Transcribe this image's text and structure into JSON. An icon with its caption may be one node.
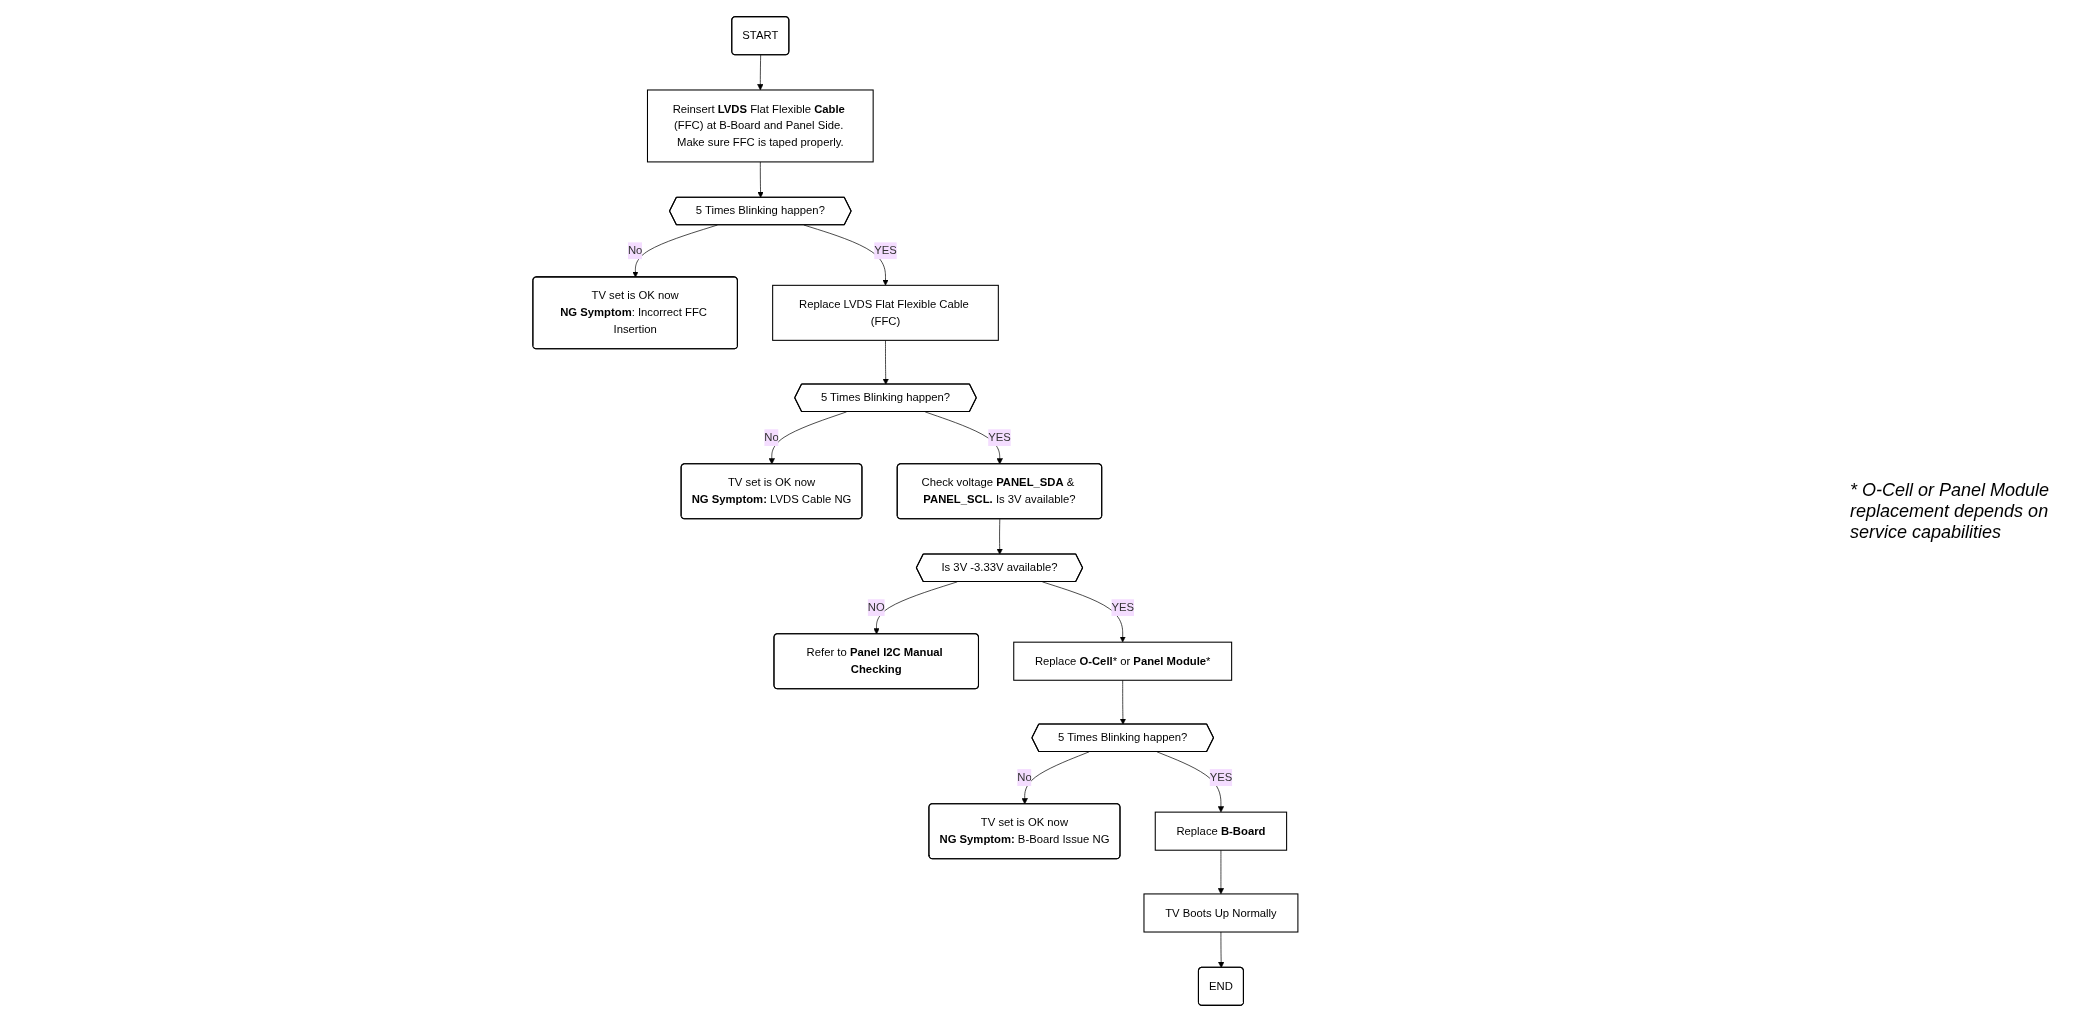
{
  "diagram": {
    "nodes": [
      {
        "text": [
          "START"
        ]
      },
      {
        "text": [
          "Reinsert **LVDS** Flat Flexible **Cable** (FFC) at B-Board and Panel Side. Make sure FFC is taped properly."
        ]
      },
      {
        "text": [
          "5 Times Blinking happen?"
        ]
      },
      {
        "text": [
          "TV set is OK now",
          "**NG Symptom**: Incorrect FFC Insertion"
        ]
      },
      {
        "text": [
          "Replace LVDS Flat Flexible Cable (FFC)"
        ]
      },
      {
        "text": [
          "5 Times Blinking happen?"
        ]
      },
      {
        "text": [
          "TV set is OK now",
          "**NG Symptom:** LVDS Cable NG"
        ]
      },
      {
        "text": [
          "Check voltage **PANEL_SDA** & **PANEL_SCL.** Is 3V available?"
        ]
      },
      {
        "text": [
          "Is 3V -3.33V available?"
        ]
      },
      {
        "text": [
          "Refer to **Panel I2C Manual Checking**"
        ]
      },
      {
        "text": [
          "Replace **O-Cell*** or **Panel Module***"
        ]
      },
      {
        "text": [
          "5 Times Blinking happen?"
        ]
      },
      {
        "text": [
          "TV set is OK now",
          "**NG Symptom:** B-Board Issue NG"
        ]
      },
      {
        "text": [
          "Replace **B-Board**"
        ]
      },
      {
        "text": [
          "TV Boots Up Normally"
        ]
      },
      {
        "text": [
          "END"
        ]
      }
    ],
    "edges": [
      {
        "from": 0,
        "to": 1,
        "arrow": "to"
      },
      {
        "from": 1,
        "to": 2,
        "arrow": "to"
      },
      {
        "from": 2,
        "to": 3,
        "arrow": "to",
        "label": "No"
      },
      {
        "from": 2,
        "to": 4,
        "arrow": "to",
        "label": "YES"
      },
      {
        "from": 4,
        "to": 5,
        "arrow": "to"
      },
      {
        "from": 5,
        "to": 6,
        "arrow": "to",
        "label": "No"
      },
      {
        "from": 5,
        "to": 7,
        "arrow": "to",
        "label": "YES"
      },
      {
        "from": 7,
        "to": 8,
        "arrow": "to"
      },
      {
        "from": 8,
        "to": 9,
        "arrow": "to",
        "label": "NO"
      },
      {
        "from": 8,
        "to": 10,
        "arrow": "to",
        "label": "YES"
      },
      {
        "from": 10,
        "to": 11,
        "arrow": "to"
      },
      {
        "from": 11,
        "to": 12,
        "arrow": "to",
        "label": "No"
      },
      {
        "from": 11,
        "to": 13,
        "arrow": "to",
        "label": "YES"
      },
      {
        "from": 13,
        "to": 14,
        "arrow": "to"
      },
      {
        "from": 14,
        "to": 15,
        "arrow": "to"
      }
    ],
    "labels": [
      "* O-Cell or Panel Module replacement depends on service capabilities"
    ]
  }
}
